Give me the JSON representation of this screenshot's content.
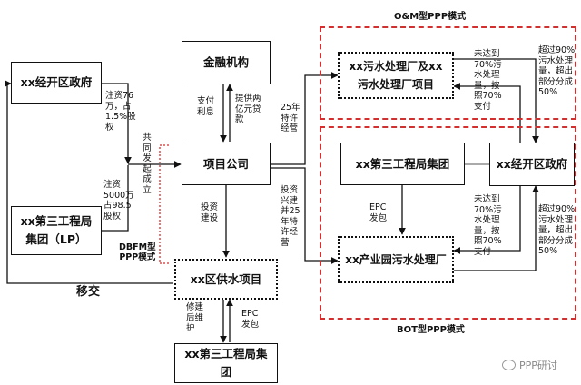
{
  "nodes": {
    "finance": "金融机构",
    "gov_left": "xx经开区政府",
    "project_company": "项目公司",
    "third_bureau_lp": "xx第三工程局集团（LP）",
    "water_supply": "xx区供水项目",
    "third_bureau_bottom": "xx第三工程局集团",
    "sewage_om": "xx污水处理厂及xx污水处理厂项目",
    "third_bureau_right": "xx第三工程局集团",
    "park_sewage": "xx产业园污水处理厂",
    "gov_right": "xx经开区政府"
  },
  "labels": {
    "gov_invest": "注资76\n万，占\n1.5%股\n权",
    "joint_launch": "共\n同\n发\n起\n成\n立",
    "lp_invest": "注资\n5000万\n占98.5\n股权",
    "pay_interest": "支付\n利息",
    "loan": "提供两\n亿元贷\n款",
    "invest_build": "投资\n建设",
    "om_25": "25年\n特许\n经营",
    "bot_25": "投资\n兴建\n并25\n年特\n许经\n营",
    "epc_right": "EPC\n发包",
    "epc_bottom": "EPC\n发包",
    "repair": "修建\n后维\n护",
    "om_under70": "未达到\n70%污\n水处理\n量，按\n照70%\n支付",
    "om_over90": "超过90%\n污水处理\n量，超出\n部分分成\n50%",
    "bot_under70": "未达到\n70%污\n水处理\n量，按\n照70%\n支付",
    "bot_over90": "超过90%\n污水处理\n量，超出\n部分分成\n50%",
    "transfer": "移交",
    "dbfm": "DBFM型\nPPP模式",
    "om_model": "O&M型PPP模式",
    "bot_model": "BOT型PPP模式"
  },
  "watermark": "PPP研讨",
  "colors": {
    "line": "#111111",
    "region_border": "#d32f2f"
  }
}
